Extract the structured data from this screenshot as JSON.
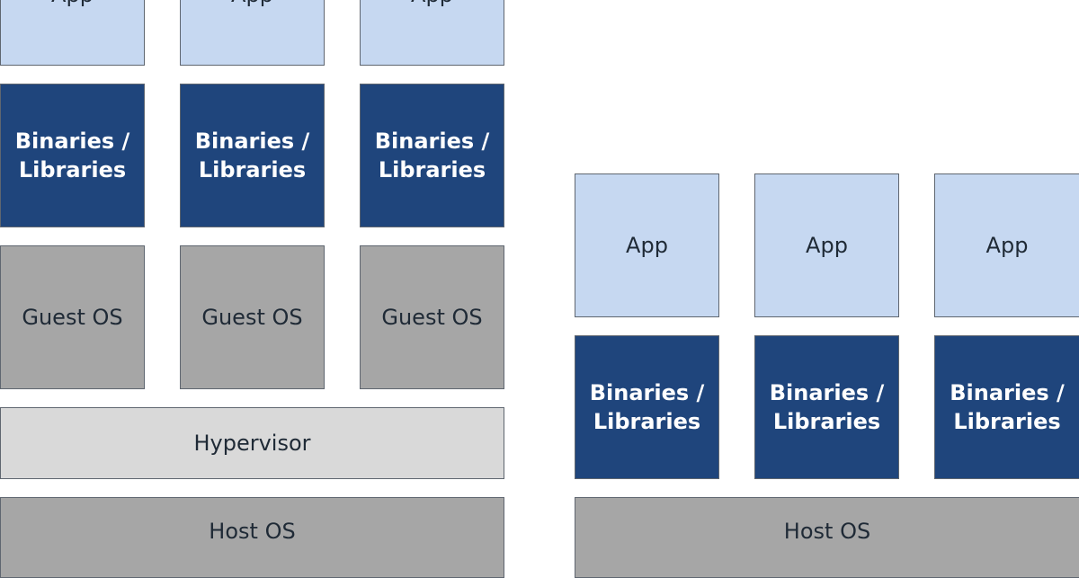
{
  "vm_stack": {
    "apps": [
      "App",
      "App",
      "App"
    ],
    "binaries": [
      "Binaries /\nLibraries",
      "Binaries /\nLibraries",
      "Binaries /\nLibraries"
    ],
    "guest_os": [
      "Guest OS",
      "Guest OS",
      "Guest OS"
    ],
    "hypervisor": "Hypervisor",
    "host_os": "Host OS"
  },
  "container_stack": {
    "apps": [
      "App",
      "App",
      "App"
    ],
    "binaries": [
      "Binaries /\nLibraries",
      "Binaries /\nLibraries",
      "Binaries /\nLibraries"
    ],
    "host_os": "Host OS"
  },
  "colors": {
    "app": "#c6d8f1",
    "binaries": "#1f457c",
    "guest_os": "#a6a6a6",
    "hypervisor": "#d9d9d9",
    "host_os": "#a6a6a6"
  }
}
